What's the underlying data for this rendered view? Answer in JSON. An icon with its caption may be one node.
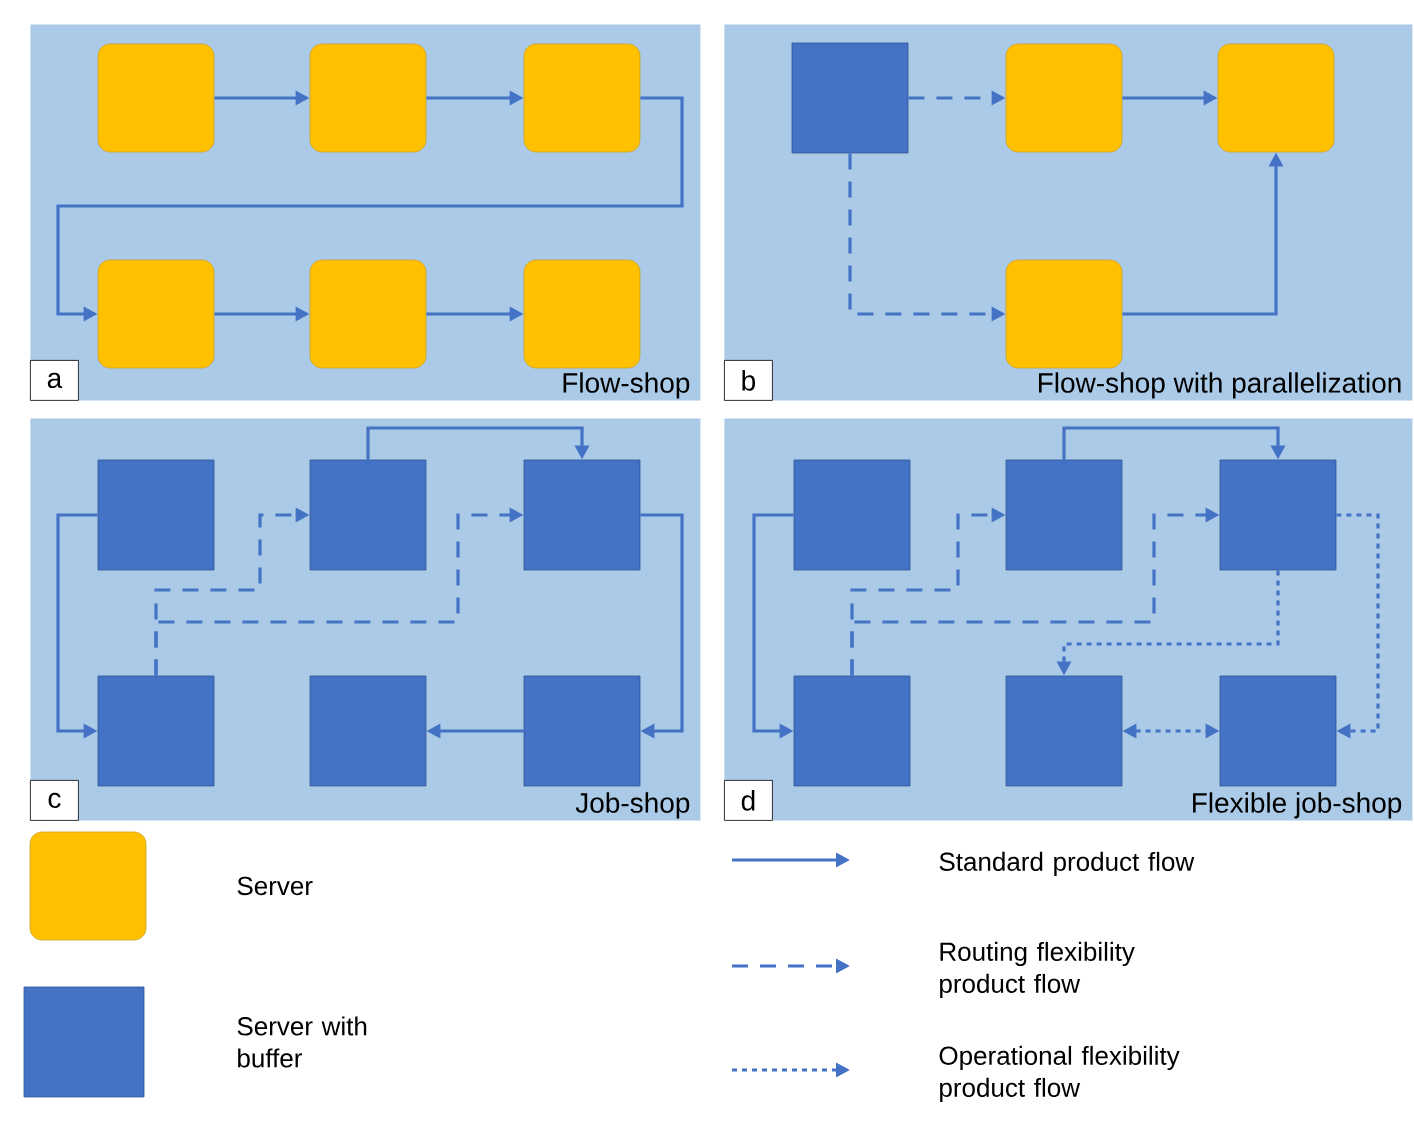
{
  "diagram": {
    "nodes": [
      {
        "text": [
          "a",
          "Flow-shop"
        ]
      },
      {
        "text": [],
        "shape": "box",
        "in": 0
      },
      {
        "text": [],
        "shape": "box",
        "in": 0
      },
      {
        "text": [],
        "shape": "box",
        "in": 0
      },
      {
        "text": [],
        "shape": "box",
        "in": 0
      },
      {
        "text": [],
        "shape": "box",
        "in": 0
      },
      {
        "text": [],
        "shape": "box",
        "in": 0
      },
      {
        "text": [
          "b",
          "Flow-shop with parallelization"
        ]
      },
      {
        "text": [],
        "shape": "square",
        "in": 7
      },
      {
        "text": [],
        "shape": "box",
        "in": 7
      },
      {
        "text": [],
        "shape": "box",
        "in": 7
      },
      {
        "text": [],
        "shape": "box",
        "in": 7
      },
      {
        "text": [
          "c",
          "Job-shop"
        ]
      },
      {
        "text": [],
        "shape": "square",
        "in": 12
      },
      {
        "text": [],
        "shape": "square",
        "in": 12
      },
      {
        "text": [],
        "shape": "square",
        "in": 12
      },
      {
        "text": [],
        "shape": "square",
        "in": 12
      },
      {
        "text": [],
        "shape": "square",
        "in": 12
      },
      {
        "text": [],
        "shape": "square",
        "in": 12
      },
      {
        "text": [
          "d",
          "Flexible job-shop"
        ]
      },
      {
        "text": [],
        "shape": "square",
        "in": 19
      },
      {
        "text": [],
        "shape": "square",
        "in": 19
      },
      {
        "text": [],
        "shape": "square",
        "in": 19
      },
      {
        "text": [],
        "shape": "square",
        "in": 19
      },
      {
        "text": [],
        "shape": "square",
        "in": 19
      },
      {
        "text": [],
        "shape": "square",
        "in": 19
      }
    ],
    "edges": [
      {
        "from": 1,
        "to": 2,
        "arrow": "to"
      },
      {
        "from": 2,
        "to": 3,
        "arrow": "to"
      },
      {
        "from": 3,
        "to": 4,
        "arrow": "to"
      },
      {
        "from": 4,
        "to": 5,
        "arrow": "to"
      },
      {
        "from": 5,
        "to": 6,
        "arrow": "to"
      },
      {
        "from": 8,
        "to": 9,
        "arrow": "to",
        "style": "dashed"
      },
      {
        "from": 9,
        "to": 10,
        "arrow": "to"
      },
      {
        "from": 8,
        "to": 11,
        "arrow": "to",
        "style": "dashed"
      },
      {
        "from": 11,
        "to": 10,
        "arrow": "to"
      },
      {
        "from": 13,
        "to": 16,
        "arrow": "to"
      },
      {
        "from": 14,
        "to": 15,
        "arrow": "to"
      },
      {
        "from": 16,
        "to": 14,
        "arrow": "to",
        "style": "dashed"
      },
      {
        "from": 16,
        "to": 15,
        "arrow": "to",
        "style": "dashed"
      },
      {
        "from": 15,
        "to": 18,
        "arrow": "to"
      },
      {
        "from": 18,
        "to": 17,
        "arrow": "to"
      },
      {
        "from": 20,
        "to": 23,
        "arrow": "to"
      },
      {
        "from": 21,
        "to": 22,
        "arrow": "to"
      },
      {
        "from": 23,
        "to": 21,
        "arrow": "to",
        "style": "dashed"
      },
      {
        "from": 23,
        "to": 22,
        "arrow": "to",
        "style": "dashed"
      },
      {
        "from": 22,
        "to": 24,
        "arrow": "to",
        "style": "dashed"
      },
      {
        "from": 22,
        "to": 25,
        "arrow": "to",
        "style": "dashed"
      },
      {
        "from": 24,
        "to": 25,
        "arrow": "both",
        "style": "dashed"
      }
    ],
    "legend": [
      {
        "text": "Server",
        "color": "#ffc000"
      },
      {
        "text": "Server with buffer",
        "color": "#4472c4"
      },
      {
        "text": "Standard product flow"
      },
      {
        "text": "Routing flexibility product flow"
      },
      {
        "text": "Operational flexibility product flow"
      }
    ]
  }
}
